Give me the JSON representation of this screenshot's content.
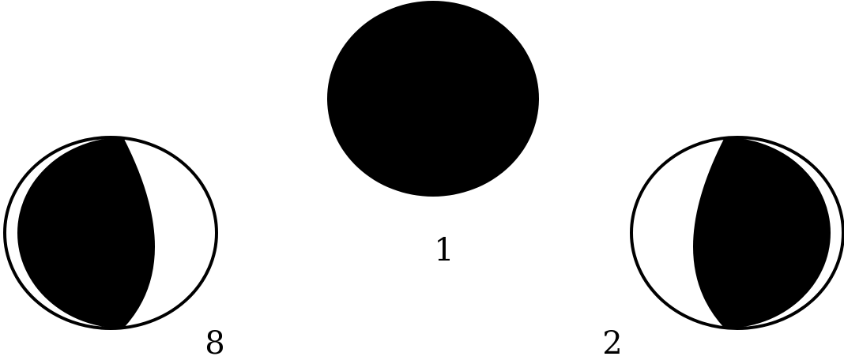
{
  "phases": [
    {
      "label": "8"
    },
    {
      "label": "1"
    },
    {
      "label": "2"
    }
  ],
  "colors": {
    "dark": "#000000",
    "light": "#ffffff",
    "outline": "#000000"
  }
}
